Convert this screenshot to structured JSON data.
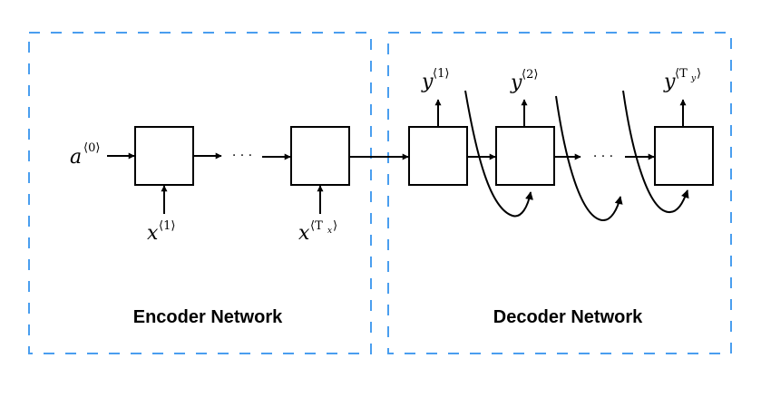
{
  "colors": {
    "region_border": "#4a9eef",
    "stroke": "#000000",
    "background": "#ffffff"
  },
  "encoder": {
    "title": "Encoder Network",
    "initial_state": {
      "base": "a",
      "sup": "⟨0⟩"
    },
    "cells": [
      {
        "input": {
          "base": "x",
          "sup": "⟨1⟩"
        }
      },
      {
        "input": {
          "base": "x",
          "sup": "⟨T",
          "sub": "x",
          "close": "⟩"
        }
      }
    ],
    "ellipsis": "· · ·"
  },
  "decoder": {
    "title": "Decoder Network",
    "cells": [
      {
        "output": {
          "base": "y",
          "sup": "⟨1⟩"
        }
      },
      {
        "output": {
          "base": "y",
          "sup": "⟨2⟩"
        }
      },
      {
        "output": {
          "base": "y",
          "sup": "⟨T",
          "sub": "y",
          "close": "⟩"
        }
      }
    ],
    "ellipsis": "· · ·"
  }
}
